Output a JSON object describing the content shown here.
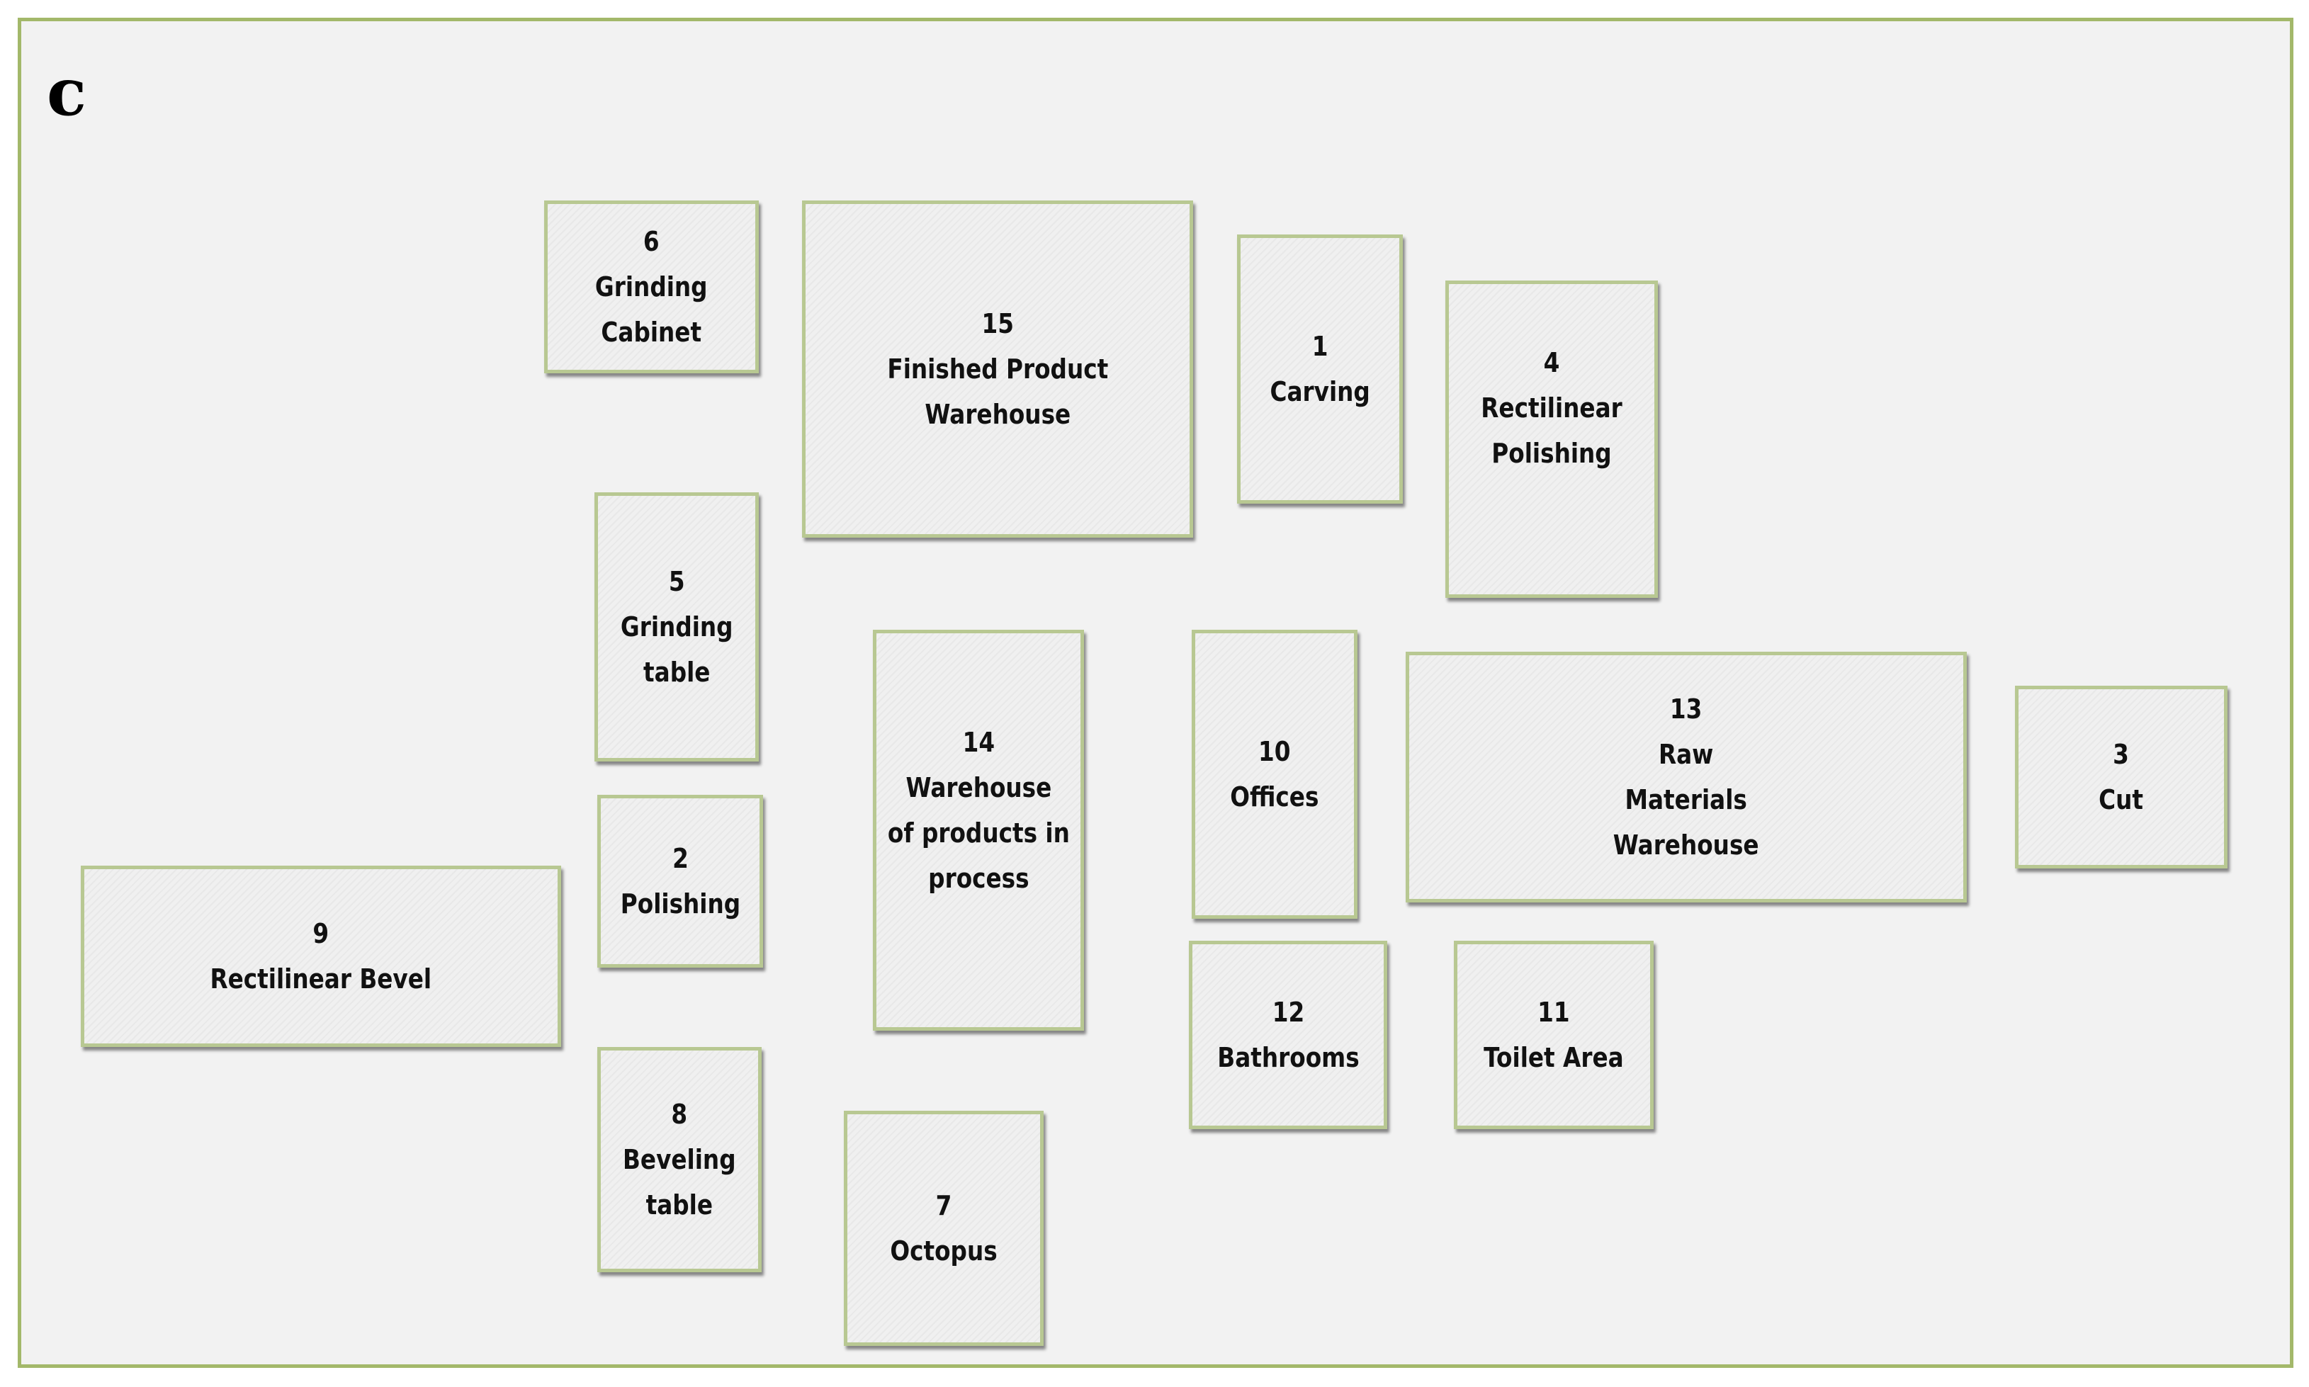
{
  "panel_label": "c",
  "areas": {
    "a6": {
      "number": "6",
      "line1": "Grinding",
      "line2": "Cabinet"
    },
    "a15": {
      "number": "15",
      "line1": "Finished Product",
      "line2": "Warehouse"
    },
    "a1": {
      "number": "1",
      "line1": "Carving"
    },
    "a4": {
      "number": "4",
      "line1": "Rectilinear",
      "line2": "Polishing"
    },
    "a5": {
      "number": "5",
      "line1": "Grinding",
      "line2": "table"
    },
    "a14": {
      "number": "14",
      "line1": "Warehouse",
      "line2": "of products in",
      "line3": "process"
    },
    "a10": {
      "number": "10",
      "line1": "Offices"
    },
    "a13": {
      "number": "13",
      "line1": "Raw",
      "line2": "Materials",
      "line3": "Warehouse"
    },
    "a3": {
      "number": "3",
      "line1": "Cut"
    },
    "a2": {
      "number": "2",
      "line1": "Polishing"
    },
    "a9": {
      "number": "9",
      "line1": "Rectilinear Bevel"
    },
    "a12": {
      "number": "12",
      "line1": "Bathrooms"
    },
    "a11": {
      "number": "11",
      "line1": "Toilet Area"
    },
    "a8": {
      "number": "8",
      "line1": "Beveling",
      "line2": "table"
    },
    "a7": {
      "number": "7",
      "line1": "Octopus"
    }
  }
}
